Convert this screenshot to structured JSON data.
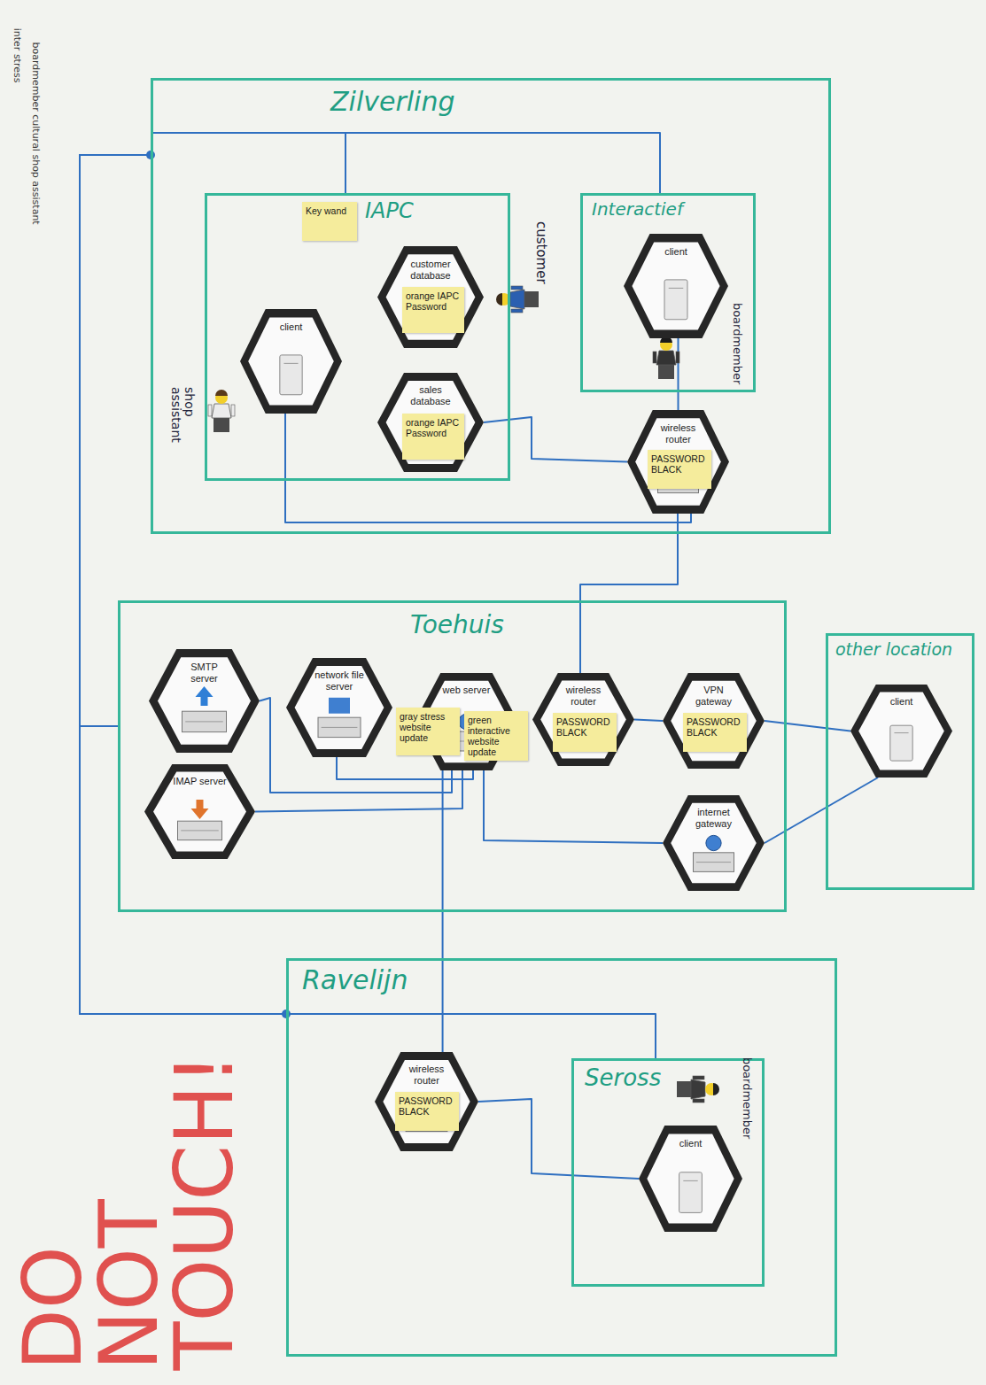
{
  "diagram": {
    "nodes": [
      {
        "text": [
          "Zilverling"
        ]
      },
      {
        "text": [
          "IAPC"
        ],
        "in": 0
      },
      {
        "text": [
          "Key wand"
        ],
        "in": 1
      },
      {
        "text": [
          "client"
        ],
        "in": 1
      },
      {
        "text": [
          "customer database"
        ],
        "in": 1
      },
      {
        "text": [
          "orange IAPC Password"
        ],
        "in": 4
      },
      {
        "text": [
          "sales database"
        ],
        "in": 1
      },
      {
        "text": [
          "orange IAPC Password"
        ],
        "in": 6
      },
      {
        "text": [
          "Interactief"
        ],
        "in": 0
      },
      {
        "text": [
          "client"
        ],
        "in": 8
      },
      {
        "text": [
          "wireless router"
        ],
        "in": 0
      },
      {
        "text": [
          "PASSWORD BLACK"
        ],
        "in": 10
      },
      {
        "text": [
          "Toehuis"
        ]
      },
      {
        "text": [
          "SMTP server"
        ],
        "in": 12
      },
      {
        "text": [
          "network file server"
        ],
        "in": 12
      },
      {
        "text": [
          "web server"
        ],
        "in": 12
      },
      {
        "text": [
          "gray stress website update"
        ],
        "in": 15
      },
      {
        "text": [
          "green interactive website update"
        ],
        "in": 15
      },
      {
        "text": [
          "wireless router"
        ],
        "in": 12
      },
      {
        "text": [
          "PASSWORD BLACK"
        ],
        "in": 18
      },
      {
        "text": [
          "VPN gateway"
        ],
        "in": 12
      },
      {
        "text": [
          "PASSWORD BLACK"
        ],
        "in": 20
      },
      {
        "text": [
          "IMAP server"
        ],
        "in": 12
      },
      {
        "text": [
          "internet gateway"
        ],
        "in": 12
      },
      {
        "text": [
          "other location"
        ]
      },
      {
        "text": [
          "client"
        ],
        "in": 24
      },
      {
        "text": [
          "Ravelijn"
        ]
      },
      {
        "text": [
          "wireless router"
        ],
        "in": 26
      },
      {
        "text": [
          "PASSWORD BLACK"
        ],
        "in": 27
      },
      {
        "text": [
          "Seross"
        ],
        "in": 26
      },
      {
        "text": [
          "client"
        ],
        "in": 29
      }
    ],
    "edges": [
      {
        "from": 3,
        "to": 10,
        "arrow": "none"
      },
      {
        "from": 6,
        "to": 10,
        "arrow": "none"
      },
      {
        "from": 9,
        "to": 10,
        "arrow": "none"
      },
      {
        "from": 10,
        "to": 18,
        "arrow": "none"
      },
      {
        "from": 18,
        "to": 20,
        "arrow": "none"
      },
      {
        "from": 20,
        "to": 25,
        "arrow": "none"
      },
      {
        "from": 23,
        "to": 25,
        "arrow": "none"
      },
      {
        "from": 13,
        "to": 15,
        "arrow": "none"
      },
      {
        "from": 22,
        "to": 15,
        "arrow": "none"
      },
      {
        "from": 14,
        "to": 15,
        "arrow": "none"
      },
      {
        "from": 15,
        "to": 23,
        "arrow": "none"
      },
      {
        "from": 15,
        "to": 27,
        "arrow": "none"
      },
      {
        "from": 27,
        "to": 30,
        "arrow": "none"
      },
      {
        "from": 0,
        "to": 26,
        "arrow": "none"
      },
      {
        "from": 0,
        "to": 12,
        "arrow": "none"
      },
      {
        "from": 0,
        "to": 29,
        "arrow": "none"
      },
      {
        "from": 0,
        "to": 1,
        "arrow": "none"
      },
      {
        "from": 0,
        "to": 8,
        "arrow": "none"
      }
    ],
    "labels": [
      "inter stress",
      "boardmember cultural shop assistant",
      "customer",
      "boardmember",
      "shop assistant",
      "boardmember",
      "DO NOT TOUCH!"
    ]
  }
}
